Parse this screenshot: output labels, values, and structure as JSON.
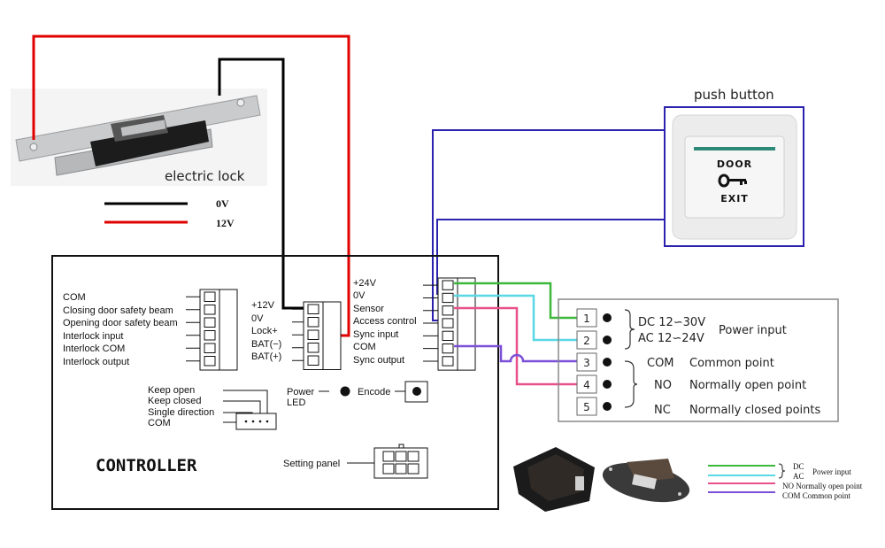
{
  "electric_lock": {
    "label": "electric lock",
    "legend": [
      {
        "label": "0V",
        "color": "#000000"
      },
      {
        "label": "12V",
        "color": "#e00000"
      }
    ]
  },
  "push_button": {
    "title": "push button",
    "top_text": "DOOR",
    "bottom_text": "EXIT",
    "icon": "key-icon"
  },
  "controller": {
    "title": "CONTROLLER",
    "left_terminal": [
      "COM",
      "Closing door safety beam",
      "Opening door safety beam",
      "Interlock input",
      "Interlock COM",
      "Interlock output"
    ],
    "lock_terminal": [
      "+12V",
      "0V",
      "Lock+",
      "BAT(−)",
      "BAT(+)"
    ],
    "right_terminal": [
      "+24V",
      "0V",
      "Sensor",
      "Access control",
      "Sync input",
      "COM",
      "Sync output"
    ],
    "mode_switch": [
      "Keep open",
      "Keep closed",
      "Single direction",
      "COM"
    ],
    "power_led": [
      "Power",
      "LED"
    ],
    "encode_label": "Encode",
    "setting_panel_label": "Setting panel"
  },
  "sensor_module": {
    "pins": [
      "1",
      "2",
      "3",
      "4",
      "5"
    ],
    "power_lines": [
      "DC  12∽30V",
      "AC  12∽24V"
    ],
    "power_label": "Power input",
    "outputs": [
      {
        "code": "COM",
        "desc": "Common point"
      },
      {
        "code": "NO",
        "desc": "Normally open point"
      },
      {
        "code": "NC",
        "desc": "Normally closed points"
      }
    ]
  },
  "wire_legend": {
    "items": [
      {
        "color": "#3cb83c"
      },
      {
        "color": "#5ad8e6"
      },
      {
        "color": "#e8508a"
      },
      {
        "color": "#7b4fd8"
      }
    ],
    "dc": "DC",
    "ac": "AC",
    "power_input": "Power input",
    "no": "NO  Normally open point",
    "com": "COM Common point"
  },
  "colors": {
    "red_wire": "#e00000",
    "black_wire": "#000000",
    "blue_wire": "#2b22b0",
    "green_wire": "#3cb83c",
    "cyan_wire": "#5ad8e6",
    "pink_wire": "#e8508a",
    "purple_wire": "#7b4fd8"
  }
}
